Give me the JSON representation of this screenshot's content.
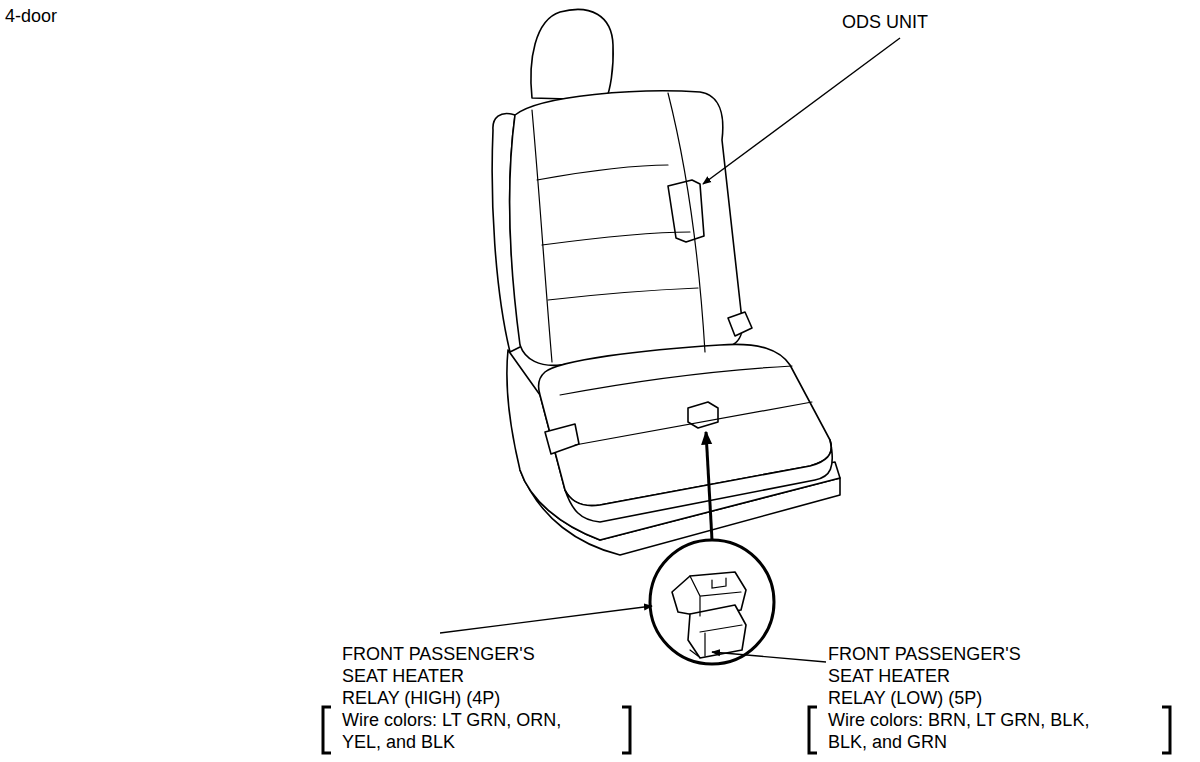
{
  "diagram": {
    "labels": [
      "4-door",
      "ODS UNIT",
      "FRONT PASSENGER'S SEAT HEATER RELAY (HIGH) (4P)",
      "Wire colors: LT GRN, ORN, YEL, and BLK",
      "FRONT PASSENGER'S SEAT HEATER RELAY (LOW) (5P)",
      "Wire colors: BRN, LT GRN, BLK, BLK, and GRN"
    ]
  }
}
